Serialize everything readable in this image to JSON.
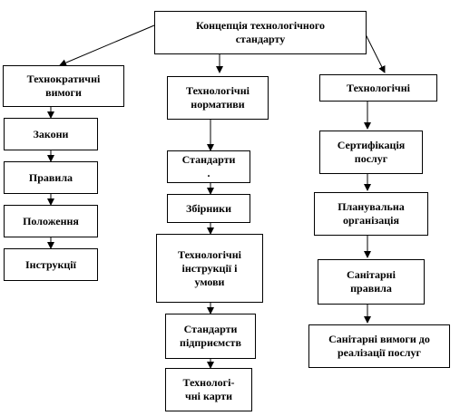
{
  "diagram": {
    "root": "Концепція технологічного\nстандарту",
    "branches": [
      {
        "head": "Технократичні\nвимоги",
        "items": [
          "Закони",
          "Правила",
          "Положення",
          "Інструкції"
        ]
      },
      {
        "head": "Технологічні\nнормативи",
        "items": [
          "Стандарти\n.",
          "Збірники",
          "Технологічні\nінструкції   і\nумови",
          "Стандарти\nпідприємств",
          "Технологі-\nчні карти"
        ]
      },
      {
        "head": "Технологічні",
        "items": [
          "Сертифікація\nпослуг",
          "Планувальна\nорганізація",
          "Санітарні\nправила",
          "Санітарні вимоги до\nреалізації послуг"
        ]
      }
    ]
  }
}
